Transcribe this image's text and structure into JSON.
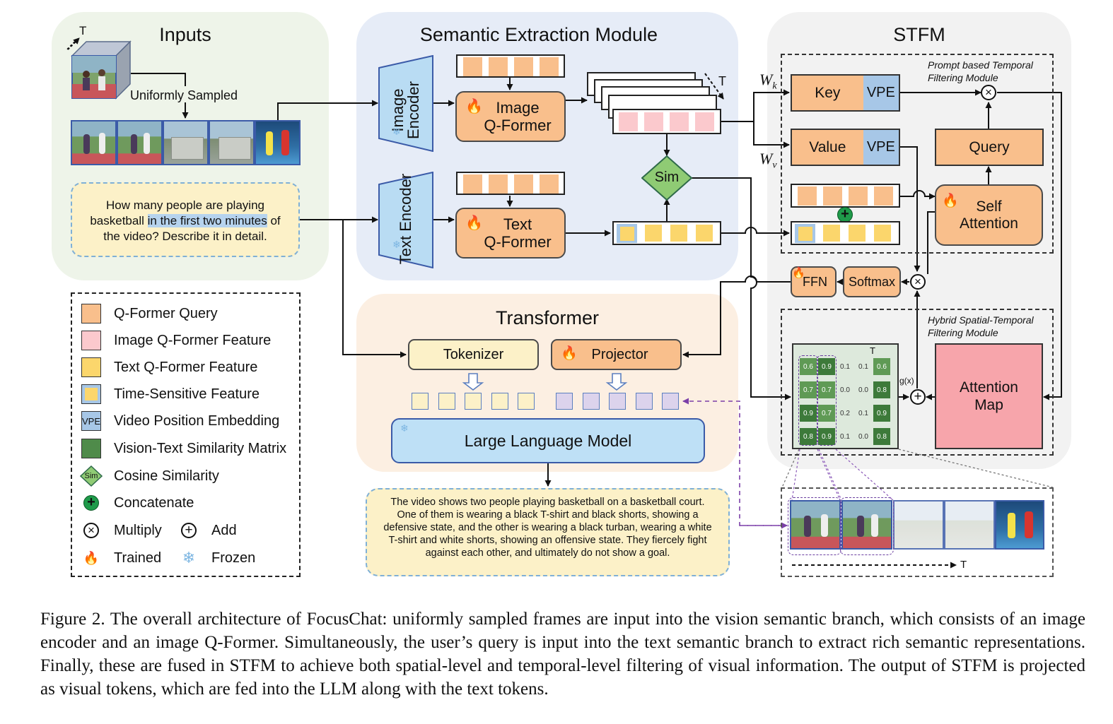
{
  "panels": {
    "inputs_title": "Inputs",
    "sem_title": "Semantic Extraction Module",
    "stfm_title": "STFM",
    "transformer_title": "Transformer"
  },
  "inputs": {
    "t_label": "T",
    "uniform_label": "Uniformly Sampled",
    "question_pre": "How many people are playing basketball ",
    "question_highlight": "in the first two minutes",
    "question_post": " of the video? Describe it in detail."
  },
  "sem": {
    "image_encoder": "Image Encoder",
    "text_encoder": "Text Encoder",
    "image_qformer_line1": "Image",
    "image_qformer_line2": "Q-Former",
    "text_qformer_line1": "Text",
    "text_qformer_line2": "Q-Former",
    "sim": "Sim",
    "t_label": "T"
  },
  "stfm": {
    "wk": "W",
    "wk_sub": "k",
    "wv": "W",
    "wv_sub": "v",
    "key": "Key",
    "value": "Value",
    "vpe": "VPE",
    "query": "Query",
    "self_attention_line1": "Self",
    "self_attention_line2": "Attention",
    "ffn": "FFN",
    "softmax": "Softmax",
    "ptf_title": "Prompt based Temporal Filtering Module",
    "hst_title": "Hybrid Spatial-Temporal Filtering Module",
    "attention_map_line1": "Attention",
    "attention_map_line2": "Map",
    "gx": "g(x)",
    "t_label": "T",
    "matrix": [
      [
        "0.6",
        "0.9",
        "0.1",
        "0.1",
        "0.6"
      ],
      [
        "0.7",
        "0.7",
        "0.0",
        "0.0",
        "0.8"
      ],
      [
        "0.9",
        "0.7",
        "0.2",
        "0.1",
        "0.9"
      ],
      [
        "0.8",
        "0.9",
        "0.1",
        "0.0",
        "0.8"
      ]
    ]
  },
  "transformer": {
    "tokenizer": "Tokenizer",
    "projector": "Projector",
    "llm": "Large Language Model"
  },
  "answer": "The video shows two people playing basketball on a basketball court. One of them is wearing a black T-shirt and black shorts, showing a defensive state, and the other is wearing a black turban, wearing a white T-shirt and white shorts, showing an offensive state. They fiercely fight against each other, and ultimately do not show a goal.",
  "bottom_t_label": "T",
  "legend": {
    "qformer_query": "Q-Former Query",
    "image_feature": "Image Q-Former Feature",
    "text_feature": "Text Q-Former Feature",
    "time_feature": "Time-Sensitive Feature",
    "vpe": "Video Position Embedding",
    "vpe_short": "VPE",
    "sim_matrix": "Vision-Text Similarity Matrix",
    "cosine": "Cosine Similarity",
    "sim_short": "Sim",
    "concat": "Concatenate",
    "multiply": "Multiply",
    "add": "Add",
    "trained": "Trained",
    "frozen": "Frozen"
  },
  "caption": "Figure 2. The overall architecture of FocusChat: uniformly sampled frames are input into the vision semantic branch, which consists of an image encoder and an image Q-Former. Simultaneously, the user’s query is input into the text semantic branch to extract rich semantic representations. Finally, these are fused in STFM to achieve both spatial-level and temporal-level filtering of visual information. The output of STFM is projected as visual tokens, which are fed into the LLM along with the text tokens.",
  "colors": {
    "inputs_bg": "#eef4e9",
    "sem_bg": "#e6ecf7",
    "stfm_bg": "#f2f2f2",
    "transformer_bg": "#fcefe2",
    "orange": "#f9bf8c",
    "vpe_blue": "#a7c7e7",
    "pink": "#fbc9cd",
    "yellow": "#fbd66c",
    "llm_blue": "#bee0f6",
    "green": "#4f8b4a"
  }
}
